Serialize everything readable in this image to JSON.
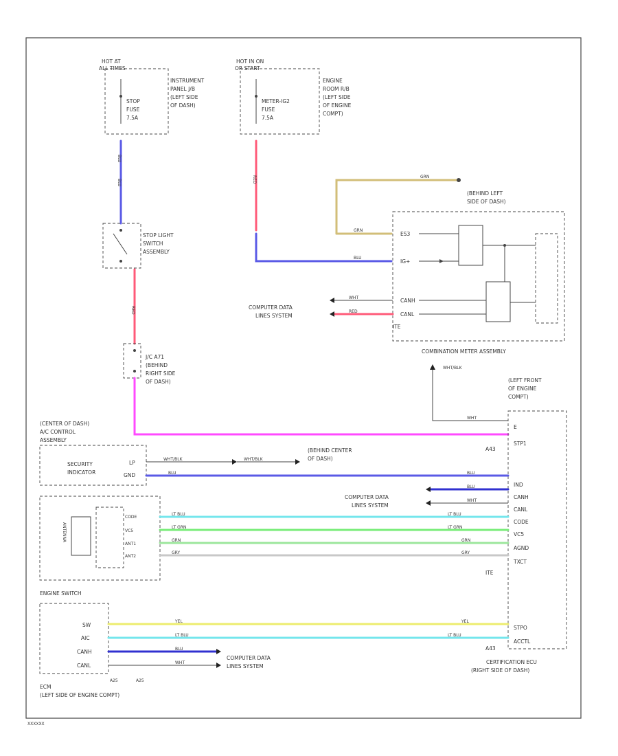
{
  "colors": {
    "blue": "#5a5ae6",
    "red": "#ff5a78",
    "tan": "#d2be78",
    "magenta": "#ff4aff",
    "lt_blue": "#74e6ec",
    "lt_grn": "#78ec78",
    "grn": "#9ce69c",
    "gry": "#c8c8c8",
    "yel": "#ecec6e",
    "dark_blue": "#3030d0"
  },
  "fuses": {
    "stop": {
      "hot": "HOT AT",
      "hot_sub": "ALL TIMES",
      "fuse": [
        "STOP",
        "FUSE",
        "7.5A"
      ],
      "location": [
        "INSTRUMENT",
        "PANEL J/B",
        "(LEFT SIDE",
        "OF DASH)"
      ]
    },
    "meter": {
      "hot": "HOT IN ON",
      "hot_sub": "OR START",
      "fuse": [
        "METER-IG2",
        "FUSE",
        "7.5A"
      ],
      "location": [
        "ENGINE",
        "ROOM R/B",
        "(LEFT SIDE",
        "OF ENGINE",
        "COMPT)"
      ]
    }
  },
  "stop_switch": {
    "label": [
      "STOP LIGHT",
      "SWITCH",
      "ASSEMBLY"
    ]
  },
  "jc_a71": {
    "label": [
      "J/C A71",
      "(BEHIND",
      "RIGHT SIDE",
      "OF DASH)"
    ]
  },
  "ground_top": {
    "label": [
      "(BEHIND LEFT",
      "SIDE OF DASH)"
    ]
  },
  "computer_data_1": {
    "label": [
      "COMPUTER DATA",
      "LINES SYSTEM"
    ]
  },
  "computer_data_2": {
    "label": [
      "COMPUTER DATA",
      "LINES SYSTEM"
    ]
  },
  "computer_data_3": {
    "label": [
      "COMPUTER DATA",
      "LINES SYSTEM"
    ]
  },
  "combo_meter": {
    "title": "COMBINATION METER ASSEMBLY",
    "pins": [
      "ES3",
      "IG+",
      "CANH",
      "CANL"
    ],
    "connector": "ITE"
  },
  "ground_right": {
    "label": [
      "(LEFT FRONT",
      "OF ENGINE",
      "COMPT)"
    ]
  },
  "ac_control": {
    "label": [
      "(CENTER OF DASH)",
      "A/C CONTROL",
      "ASSEMBLY"
    ]
  },
  "security": {
    "label": [
      "SECURITY",
      "INDICATOR"
    ],
    "pins": [
      "LP",
      "GND"
    ]
  },
  "ground_center": {
    "label": [
      "(BEHIND CENTER",
      "OF DASH)"
    ]
  },
  "antenna": {
    "label": "ANTENNA",
    "pins": [
      "CODE",
      "VC5",
      "ANT1",
      "ANT2"
    ]
  },
  "engine_switch": {
    "title": "ENGINE SWITCH",
    "pins": [
      "SW",
      "AIC",
      "CANH",
      "CANL"
    ],
    "connectors": [
      "A25",
      "A25"
    ]
  },
  "ecm": {
    "label": [
      "ECM",
      "(LEFT SIDE OF ENGINE COMPT)"
    ]
  },
  "cert_ecu": {
    "label": [
      "CERTIFICATION ECU",
      "(RIGHT SIDE OF DASH)"
    ],
    "pins": [
      "E",
      "STP1",
      "IND",
      "CANH",
      "CANL",
      "CODE",
      "VC5",
      "AGND",
      "TXCT",
      "STPO",
      "ACCTL"
    ],
    "connectors": [
      "A43",
      "ITE",
      "A43"
    ]
  },
  "wire_labels": {
    "blu": "BLU",
    "red": "RED",
    "grn": "GRN",
    "wht": "WHT",
    "wht_blk": "WHT/BLK",
    "lt_blu": "LT BLU",
    "lt_grn": "LT GRN",
    "gry": "GRY",
    "yel": "YEL"
  },
  "footer": "XXXXXX"
}
